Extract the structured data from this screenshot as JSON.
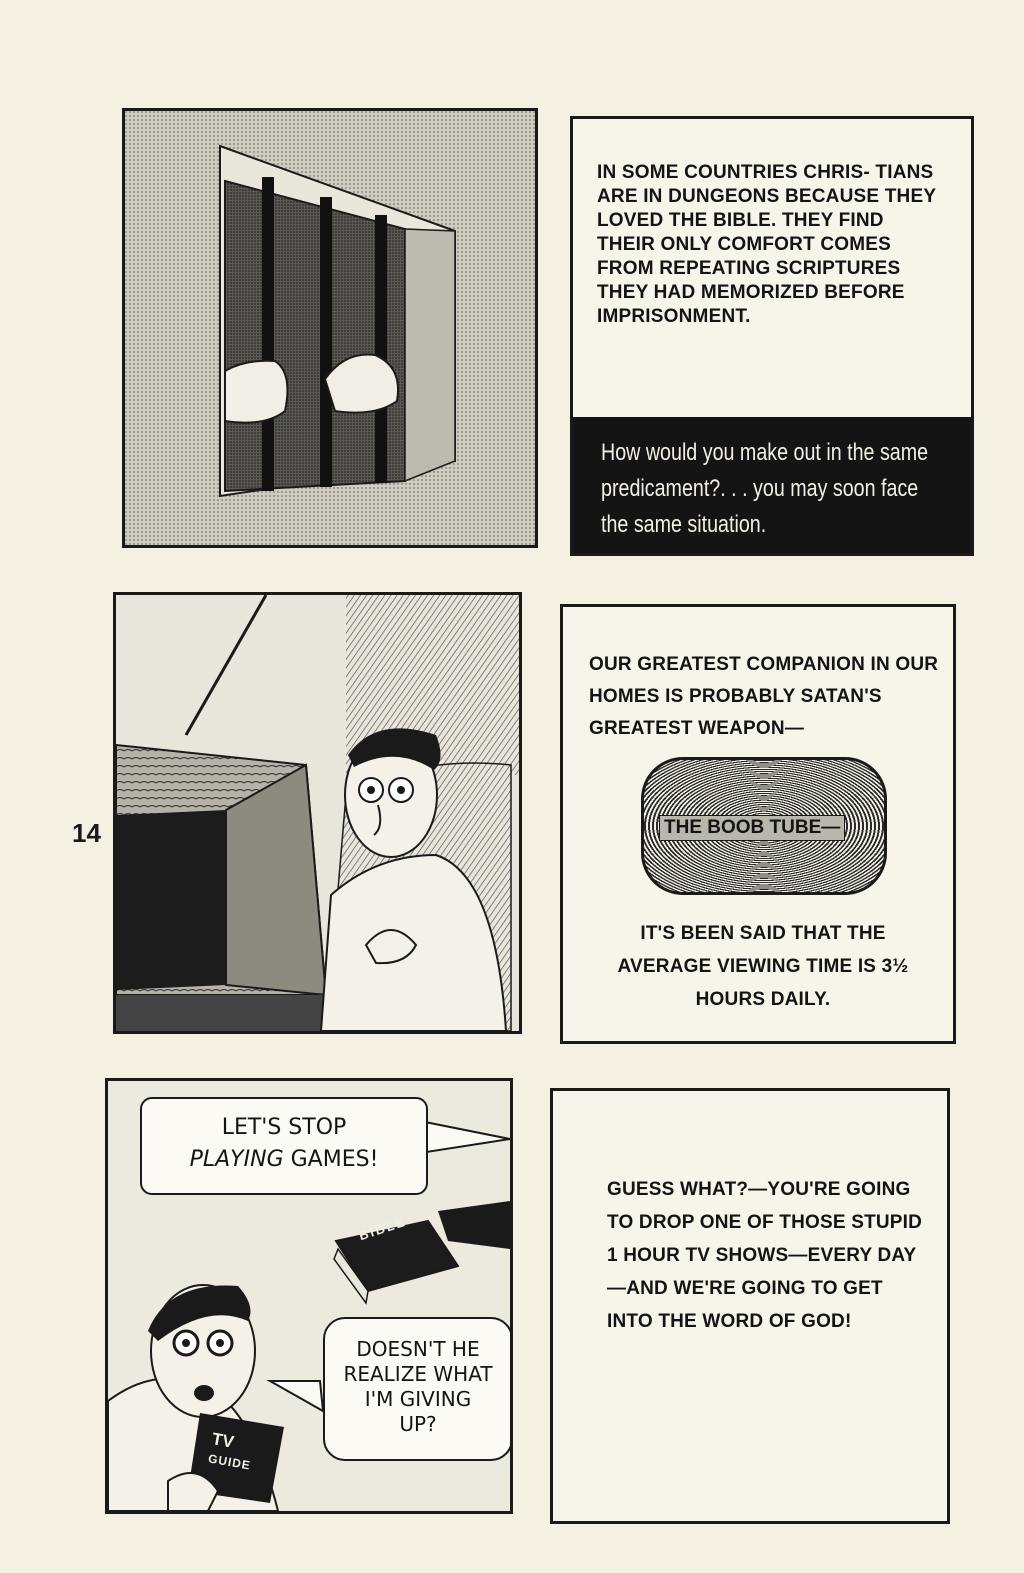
{
  "page_number": "14",
  "panel1_caption": "IN SOME COUNTRIES CHRIS- TIANS ARE IN DUNGEONS BECAUSE THEY LOVED THE BIBLE. THEY FIND THEIR ONLY COMFORT COMES FROM REPEATING SCRIPTURES THEY HAD MEMORIZED BEFORE IMPRISONMENT.",
  "panel1_question": "How would you make out in the same predicament?. . . you may soon face the same situation.",
  "panel2_top": "OUR GREATEST COMPANION IN OUR HOMES IS PROBABLY SATAN'S GREATEST WEAPON—",
  "panel2_screen": "THE BOOB TUBE—",
  "panel2_bottom": "IT'S BEEN SAID THAT THE AVERAGE VIEWING TIME IS 3½ HOURS DAILY.",
  "panel3_bubble_line1": "LET'S STOP",
  "panel3_bubble_line2_italic": "PLAYING",
  "panel3_bubble_line2_rest": "GAMES!",
  "panel3_bible_label": "BIBLE",
  "panel3_thought": "DOESN'T HE REALIZE WHAT I'M GIVING UP?",
  "panel3_tv_label": "TV",
  "panel3_guide_label": "GUIDE",
  "panel4_text": "GUESS WHAT?—YOU'RE GOING TO DROP ONE OF THOSE STUPID 1 HOUR TV SHOWS—EVERY DAY—AND WE'RE GOING TO GET INTO THE WORD OF GOD!"
}
